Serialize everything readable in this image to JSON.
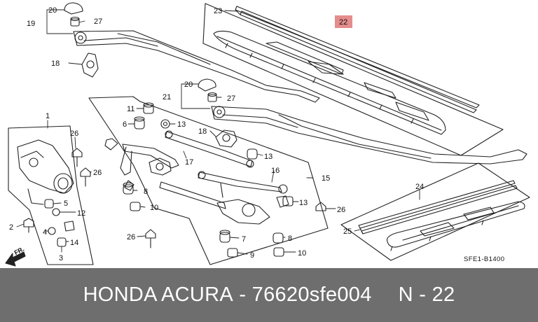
{
  "callouts": [
    {
      "key": "c20a",
      "label": "20"
    },
    {
      "key": "c19",
      "label": "19"
    },
    {
      "key": "c27a",
      "label": "27"
    },
    {
      "key": "c18a",
      "label": "18"
    },
    {
      "key": "c21",
      "label": "21"
    },
    {
      "key": "c20b",
      "label": "20"
    },
    {
      "key": "c27b",
      "label": "27"
    },
    {
      "key": "c11",
      "label": "11"
    },
    {
      "key": "c6",
      "label": "6"
    },
    {
      "key": "c13a",
      "label": "13"
    },
    {
      "key": "c18b",
      "label": "18"
    },
    {
      "key": "c1",
      "label": "1"
    },
    {
      "key": "c26a",
      "label": "26"
    },
    {
      "key": "c26b",
      "label": "26"
    },
    {
      "key": "c17",
      "label": "17"
    },
    {
      "key": "c13b",
      "label": "13"
    },
    {
      "key": "c16",
      "label": "16"
    },
    {
      "key": "c15",
      "label": "15"
    },
    {
      "key": "c8a",
      "label": "8"
    },
    {
      "key": "c10a",
      "label": "10"
    },
    {
      "key": "c5",
      "label": "5"
    },
    {
      "key": "c12",
      "label": "12"
    },
    {
      "key": "c2",
      "label": "2"
    },
    {
      "key": "c4",
      "label": "4"
    },
    {
      "key": "c14",
      "label": "14"
    },
    {
      "key": "c3",
      "label": "3"
    },
    {
      "key": "c26c",
      "label": "26"
    },
    {
      "key": "c7",
      "label": "7"
    },
    {
      "key": "c9",
      "label": "9"
    },
    {
      "key": "c8b",
      "label": "8"
    },
    {
      "key": "c10b",
      "label": "10"
    },
    {
      "key": "c13c",
      "label": "13"
    },
    {
      "key": "c26d",
      "label": "26"
    },
    {
      "key": "c23",
      "label": "23"
    },
    {
      "key": "c24",
      "label": "24"
    },
    {
      "key": "c25",
      "label": "25"
    }
  ],
  "highlight": {
    "label": "22",
    "color": "#e58c8c"
  },
  "direction": {
    "label": "FR."
  },
  "code": "SFE1-B1400",
  "footer": {
    "brand": "HONDA ACURA",
    "separator": " - ",
    "part_number": "76620sfe004",
    "ref": "N - 22"
  },
  "colors": {
    "footer_bg": "#6e6e6e",
    "footer_text": "#ffffff",
    "line": "#222222"
  }
}
